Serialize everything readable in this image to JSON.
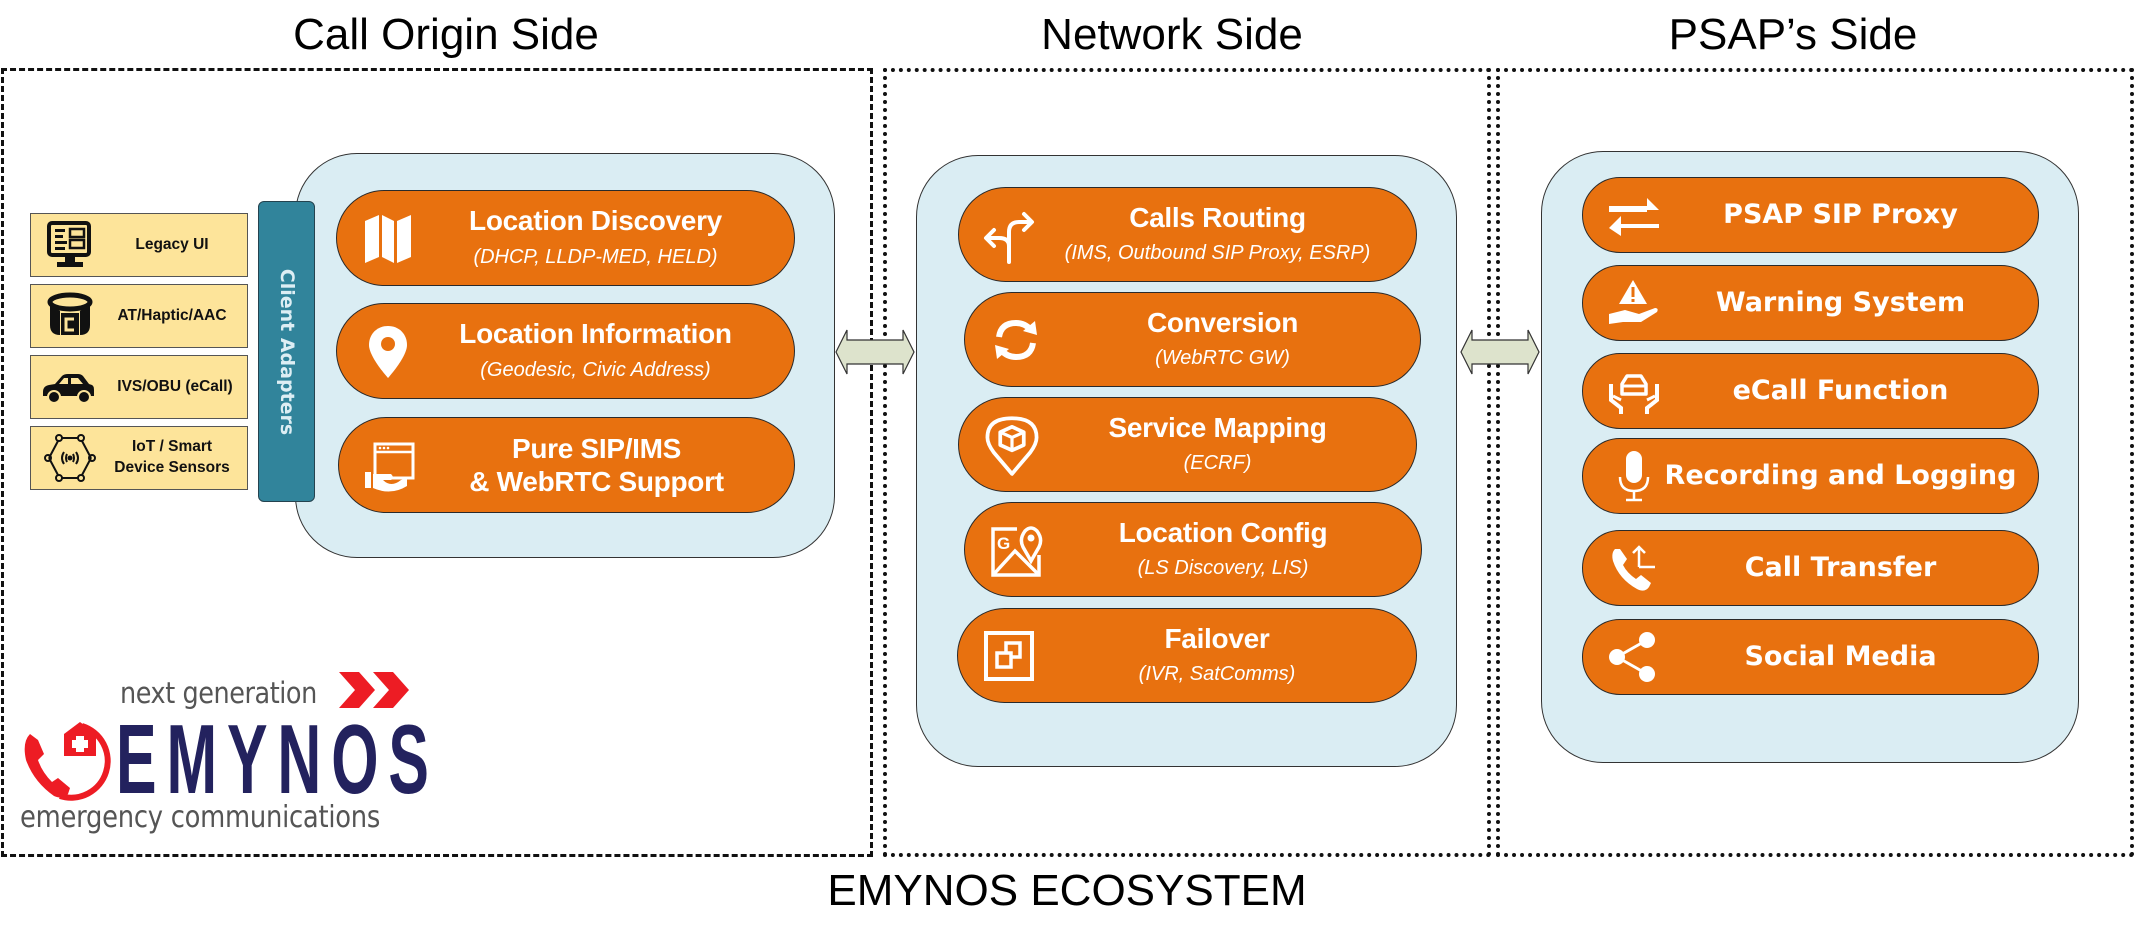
{
  "sections": {
    "call_origin": {
      "title": "Call Origin Side"
    },
    "network": {
      "title": "Network Side"
    },
    "psap": {
      "title": "PSAP’s Side"
    }
  },
  "footer_title": "EMYNOS ECOSYSTEM",
  "client_adapters_label": "Client Adapters",
  "devices": [
    {
      "label": "Legacy  UI",
      "icon": "monitor-icon"
    },
    {
      "label": "AT/Haptic/AAC",
      "icon": "haptic-band-icon"
    },
    {
      "label": "IVS/OBU (eCall)",
      "icon": "car-icon"
    },
    {
      "label": "IoT  / Smart\nDevice Sensors",
      "label_line1": "IoT  / Smart",
      "label_line2": "Device Sensors",
      "icon": "iot-sensor-icon"
    }
  ],
  "call_origin_items": [
    {
      "title": "Location Discovery",
      "subtitle": "(DHCP, LLDP-MED, HELD)",
      "icon": "map-icon"
    },
    {
      "title": "Location Information",
      "subtitle": "(Geodesic, Civic Address)",
      "icon": "location-pin-icon"
    },
    {
      "title": "Pure SIP/IMS",
      "title2": "& WebRTC Support",
      "icon": "browser-hand-icon"
    }
  ],
  "network_items": [
    {
      "title": "Calls Routing",
      "subtitle": "(IMS, Outbound SIP Proxy, ESRP)",
      "icon": "route-split-icon"
    },
    {
      "title": "Conversion",
      "subtitle": "(WebRTC GW)",
      "icon": "refresh-icon"
    },
    {
      "title": "Service Mapping",
      "subtitle": "(ECRF)",
      "icon": "map-pin-box-icon"
    },
    {
      "title": "Location Config",
      "subtitle": "(LS Discovery, LIS)",
      "icon": "map-location-icon"
    },
    {
      "title": "Failover",
      "subtitle": "(IVR, SatComms)",
      "icon": "failover-icon"
    }
  ],
  "psap_items": [
    {
      "title": "PSAP SIP Proxy",
      "icon": "swap-arrows-icon"
    },
    {
      "title": "Warning  System",
      "icon": "warning-hand-icon"
    },
    {
      "title": "eCall Function",
      "icon": "car-hands-icon"
    },
    {
      "title": "Recording and Logging",
      "icon": "microphone-icon"
    },
    {
      "title": "Call Transfer",
      "icon": "phone-transfer-icon"
    },
    {
      "title": "Social Media",
      "icon": "share-icon"
    }
  ],
  "logo": {
    "tagline_top": "next generation",
    "name": "EMYNOS",
    "tagline_bottom": "emergency communications",
    "colors": {
      "red": "#ed1c24",
      "navy": "#23225e",
      "gray": "#555555"
    }
  },
  "colors": {
    "pill_orange": "#e8710f",
    "panel_blue": "#daedf3",
    "device_yellow": "#fde49a",
    "adapter_teal": "#31849b",
    "arrow_fill": "#dde3cc"
  }
}
